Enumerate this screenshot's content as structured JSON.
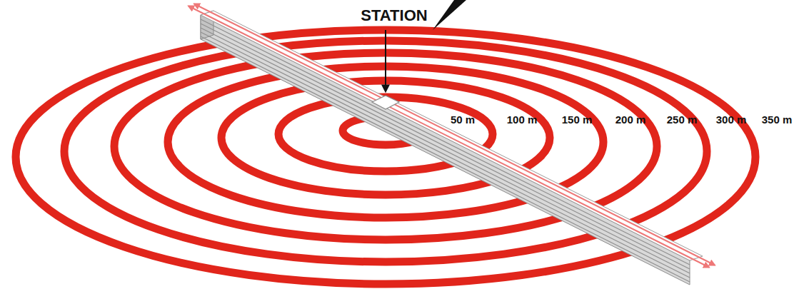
{
  "diagram": {
    "labels": [
      "STATION",
      "50 m",
      "100 m",
      "150 m",
      "200 m",
      "250 m",
      "300 m",
      "350 m"
    ]
  }
}
